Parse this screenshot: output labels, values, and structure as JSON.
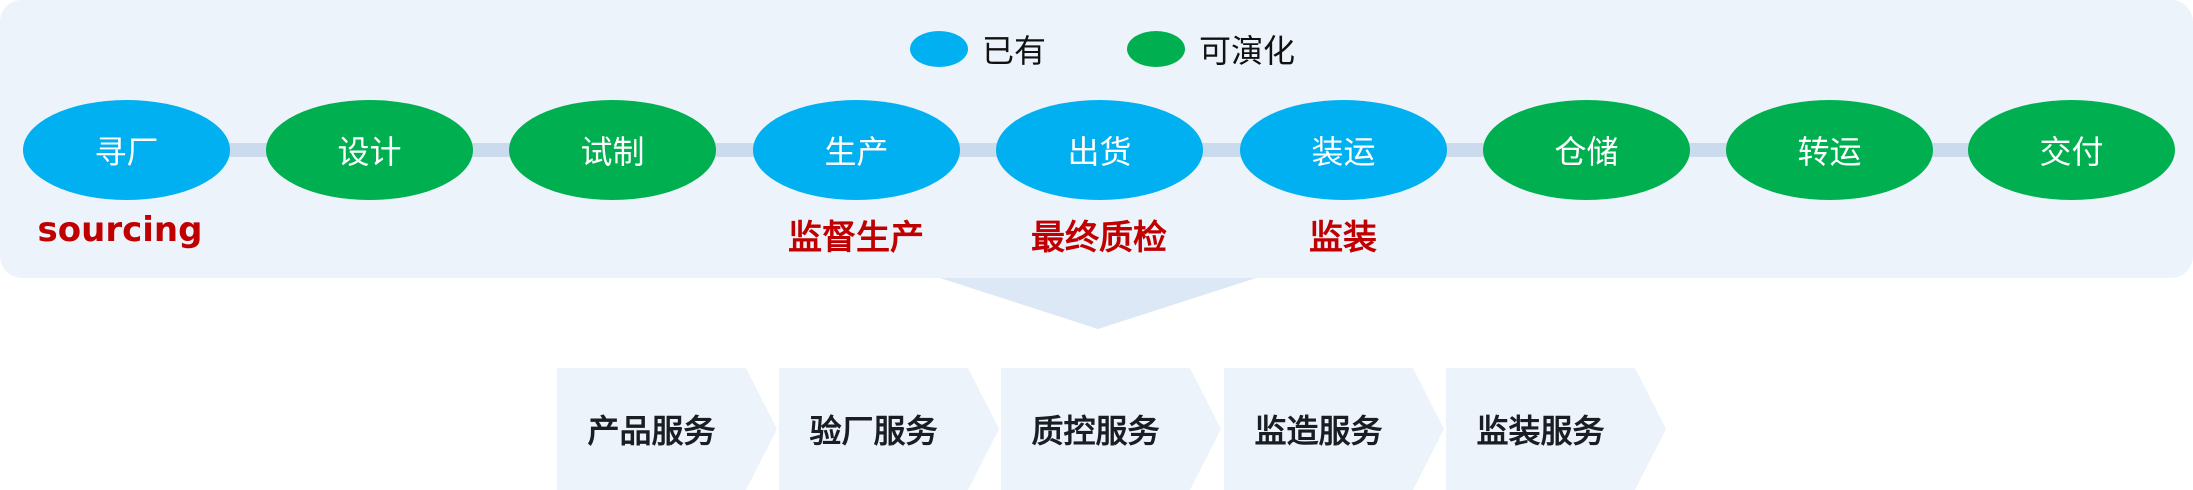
{
  "legend": [
    {
      "label": "已有",
      "color": "#00b0f0"
    },
    {
      "label": "可演化",
      "color": "#00b050"
    }
  ],
  "stages": [
    {
      "label": "寻厂",
      "status": "existing",
      "note": "sourcing"
    },
    {
      "label": "设计",
      "status": "evolvable",
      "note": ""
    },
    {
      "label": "试制",
      "status": "evolvable",
      "note": ""
    },
    {
      "label": "生产",
      "status": "existing",
      "note": "监督生产"
    },
    {
      "label": "出货",
      "status": "existing",
      "note": "最终质检"
    },
    {
      "label": "装运",
      "status": "existing",
      "note": "监装"
    },
    {
      "label": "仓储",
      "status": "evolvable",
      "note": ""
    },
    {
      "label": "转运",
      "status": "evolvable",
      "note": ""
    },
    {
      "label": "交付",
      "status": "evolvable",
      "note": ""
    }
  ],
  "services": [
    "产品服务",
    "验厂服务",
    "质控服务",
    "监造服务",
    "监装服务"
  ]
}
